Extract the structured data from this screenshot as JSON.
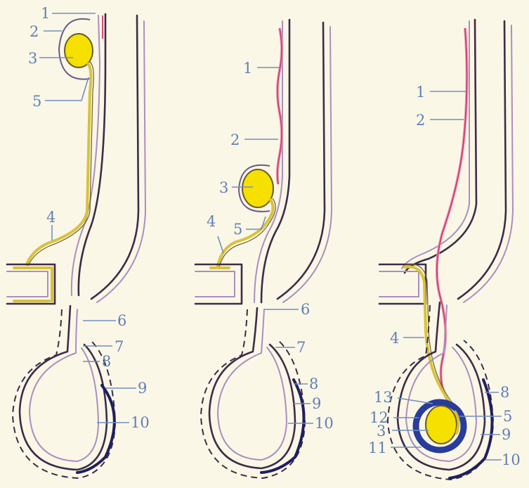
{
  "panels": [
    {
      "labels": [
        "1",
        "2",
        "3",
        "5",
        "4",
        "6",
        "7",
        "8",
        "9",
        "10"
      ]
    },
    {
      "labels": [
        "1",
        "2",
        "3",
        "5",
        "4",
        "6",
        "7",
        "8",
        "9",
        "10"
      ]
    },
    {
      "labels": [
        "1",
        "2",
        "4",
        "13",
        "12",
        "3",
        "11",
        "8",
        "5",
        "9",
        "10"
      ]
    }
  ],
  "colors": {
    "background": "#fbf7e6",
    "label": "#5f7fb8",
    "gonad": "#f5e000",
    "vessel": "#d43a6e",
    "tunica": "#283c9c"
  }
}
